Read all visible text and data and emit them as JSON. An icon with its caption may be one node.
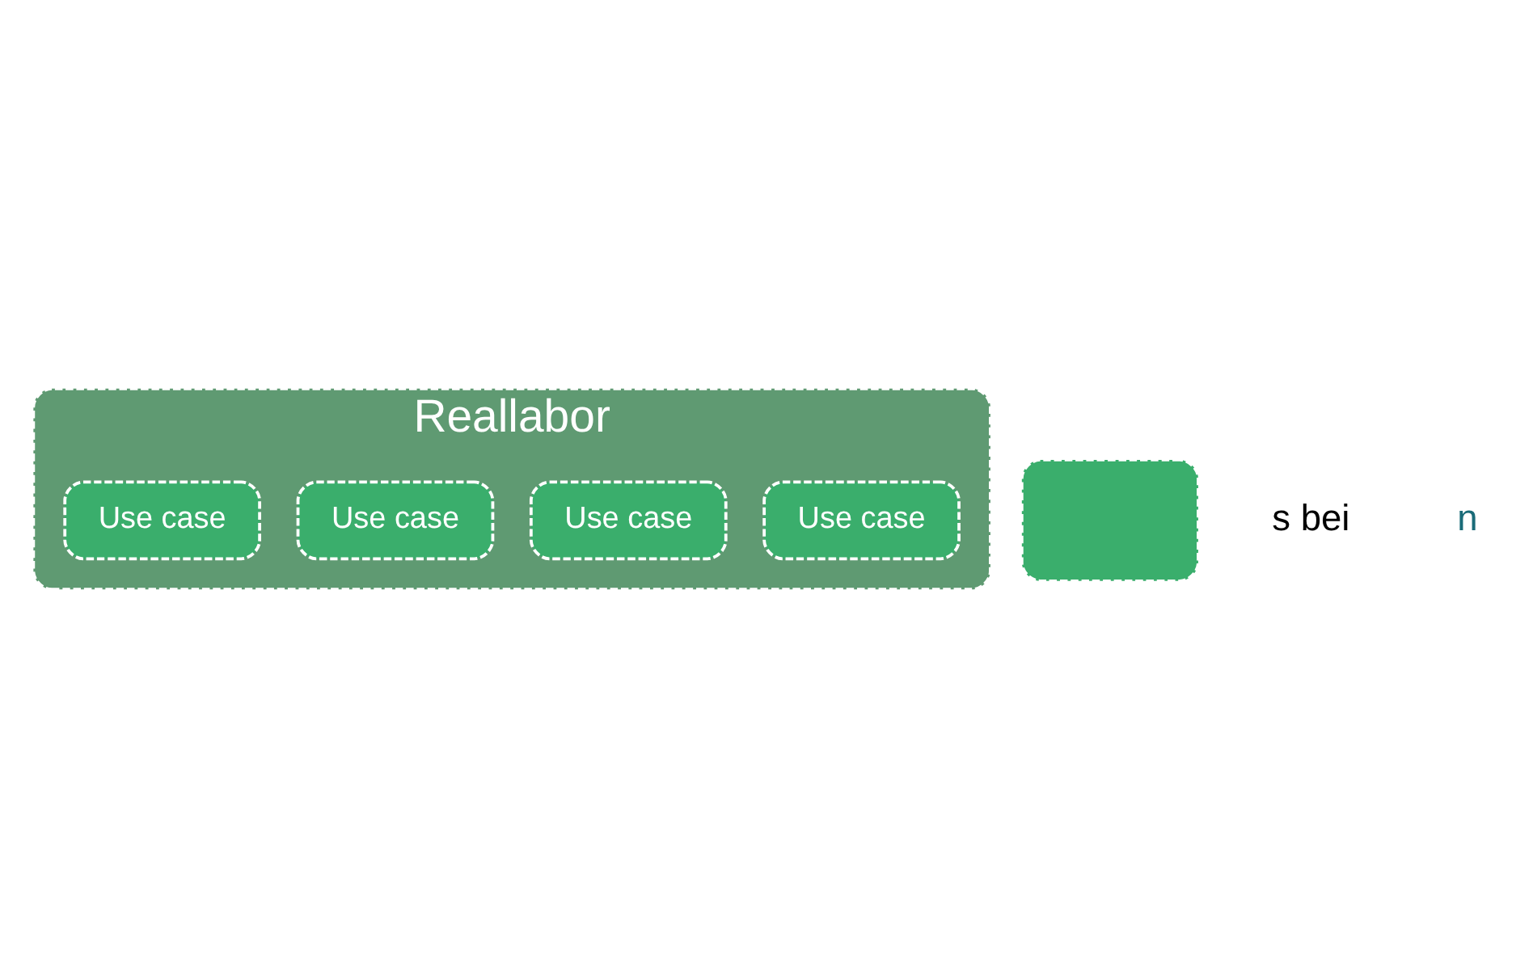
{
  "diagram": {
    "nodes": [
      {
        "text": [
          "Reallabor"
        ]
      },
      {
        "text": [
          "Use case"
        ],
        "in": 0
      },
      {
        "text": [
          "Use case"
        ],
        "in": 0
      },
      {
        "text": [
          "Use case"
        ],
        "in": 0
      },
      {
        "text": [
          "Use case"
        ],
        "in": 0
      },
      {
        "text": [],
        "shape": "box"
      }
    ],
    "edges": [],
    "labels": [
      "s bei",
      "n"
    ]
  }
}
